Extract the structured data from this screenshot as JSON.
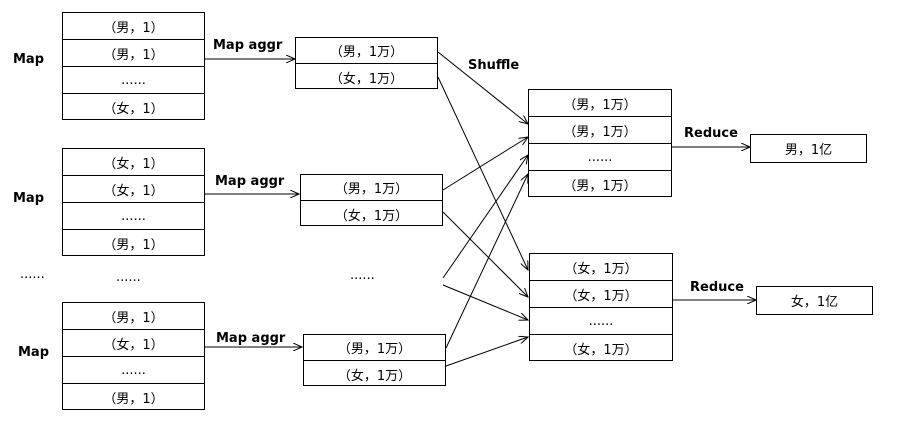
{
  "labels": {
    "map": "Map",
    "map_aggr": "Map aggr",
    "shuffle": "Shuffle",
    "reduce": "Reduce",
    "gap_dots": "......"
  },
  "map_inputs": [
    [
      "（男，1）",
      "（男，1）",
      "......",
      "（女，1）"
    ],
    [
      "（女，1）",
      "（女，1）",
      "......",
      "（男，1）"
    ],
    [
      "（男，1）",
      "（女，1）",
      "......",
      "（男，1）"
    ]
  ],
  "aggr_outputs": [
    [
      "（男，1万）",
      "（女，1万）"
    ],
    [
      "（男，1万）",
      "（女，1万）"
    ],
    [
      "（男，1万）",
      "（女，1万）"
    ]
  ],
  "reduce_inputs": [
    [
      "（男，1万）",
      "（男，1万）",
      "......",
      "（男，1万）"
    ],
    [
      "（女，1万）",
      "（女，1万）",
      "......",
      "（女，1万）"
    ]
  ],
  "reduce_outputs": [
    "男，1亿",
    "女，1亿"
  ]
}
